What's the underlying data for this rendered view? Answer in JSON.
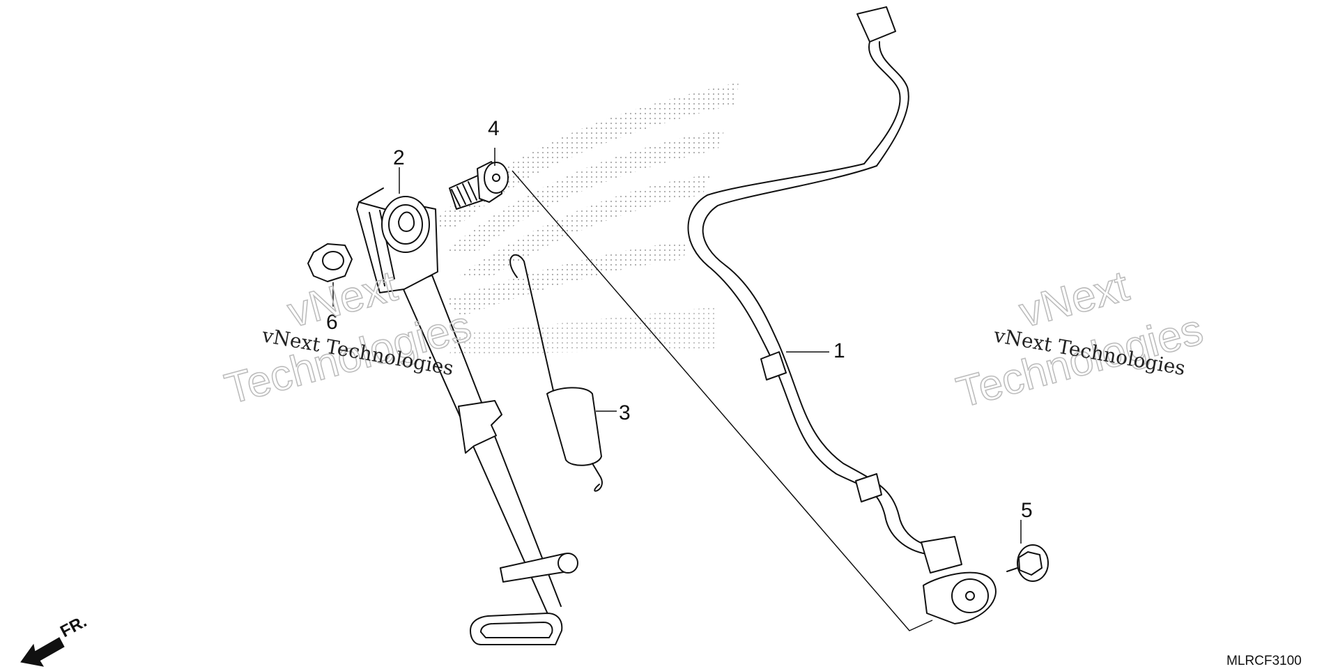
{
  "callouts": [
    {
      "id": "part-1",
      "label": "1"
    },
    {
      "id": "part-2",
      "label": "2"
    },
    {
      "id": "part-3",
      "label": "3"
    },
    {
      "id": "part-4",
      "label": "4"
    },
    {
      "id": "part-5",
      "label": "5"
    },
    {
      "id": "part-6",
      "label": "6"
    }
  ],
  "watermark": {
    "small_text": "vNext Technologies",
    "big_line1": "vNext",
    "big_line2": "Technologies"
  },
  "front_indicator": "FR.",
  "diagram_code": "MLRCF3100"
}
